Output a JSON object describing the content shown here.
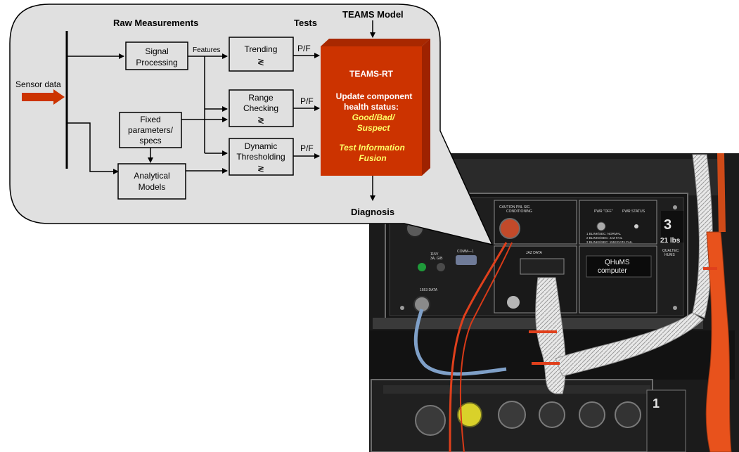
{
  "diagram": {
    "header_raw": "Raw Measurements",
    "header_tests": "Tests",
    "teams_model": "TEAMS Model",
    "sensor_data": "Sensor data",
    "signal_processing": [
      "Signal",
      "Processing"
    ],
    "features": "Features",
    "fixed_parameters": [
      "Fixed",
      "parameters/",
      "specs"
    ],
    "analytical_models": [
      "Analytical",
      "Models"
    ],
    "trending": "Trending",
    "range_checking": [
      "Range",
      "Checking"
    ],
    "dynamic_thresholding": [
      "Dynamic",
      "Thresholding"
    ],
    "compare_symbol": "≷",
    "pf": "P/F",
    "teams_rt": {
      "title": "TEAMS-RT",
      "update_lines": [
        "Update component",
        "health status:"
      ],
      "status_lines": [
        "Good/Bad/",
        "Suspect"
      ],
      "fusion_lines": [
        "Test Information",
        "Fusion"
      ]
    },
    "diagnosis": "Diagnosis"
  },
  "photo": {
    "panel_labels": {
      "caution": "CAUTION PNL SIG",
      "conditioning": "CONDITIONING",
      "pwr_off": "PWR \"OFF\"",
      "pwr_status": "PWR STATUS",
      "unit_number": "3",
      "weight": "21 lbs",
      "maker": [
        "QUALTEC",
        "HUMS"
      ],
      "blink_lines": [
        "1 BLINK/SEC:  NORMAL",
        "2 BLINKS/SEC:  JAZ FAIL",
        "3 BLINKS/SEC:  1553 DATA FAIL"
      ],
      "comm": "COMM—1",
      "jaz_data": "JAZ DATA",
      "power_spec": [
        "115V",
        "3A, G/B"
      ],
      "data_1553": "1553 DATA",
      "computer_label": [
        "QHuMS",
        "computer"
      ],
      "lower_unit_number": "1"
    }
  },
  "colors": {
    "callout_fill": "#e0e0e0",
    "teams_box": "#cc3300",
    "teams_box_side": "#9e2200",
    "sensor_arrow": "#cc3300",
    "status_text": "#ffff66",
    "harness_orange": "#e8521c"
  }
}
